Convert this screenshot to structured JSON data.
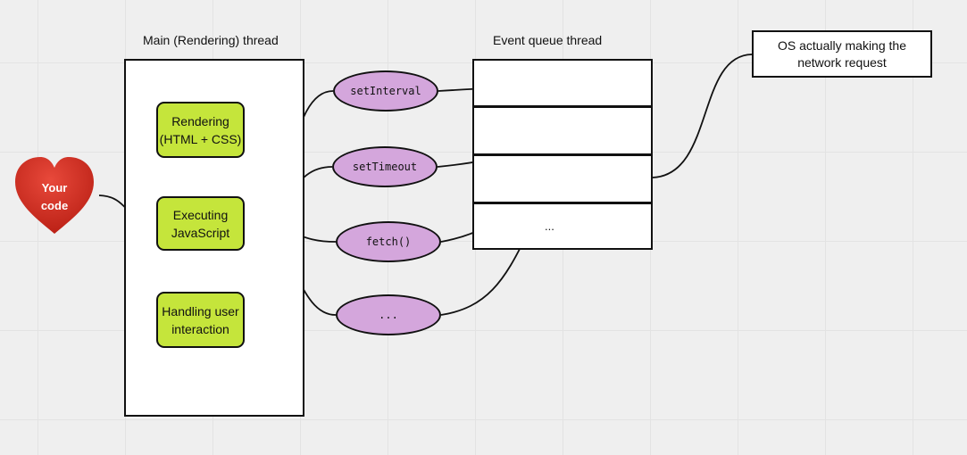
{
  "main_thread": {
    "title": "Main (Rendering) thread",
    "steps": [
      {
        "label": "Rendering\n(HTML + CSS)"
      },
      {
        "label": "Executing\nJavaScript"
      },
      {
        "label": "Handling user\ninteraction"
      }
    ]
  },
  "event_queue": {
    "title": "Event queue thread",
    "overflow_label": "..."
  },
  "source": {
    "label": "Your\ncode"
  },
  "async_apis": [
    {
      "label": "setInterval"
    },
    {
      "label": "setTimeout"
    },
    {
      "label": "fetch()"
    },
    {
      "label": "..."
    }
  ],
  "os": {
    "label": "OS actually making the\nnetwork request"
  },
  "colors": {
    "step_fill": "#c5e53b",
    "loop_line": "#7ed957",
    "api_fill": "#d4a6dc",
    "heart": "#d42a1e",
    "background": "#efefef"
  }
}
